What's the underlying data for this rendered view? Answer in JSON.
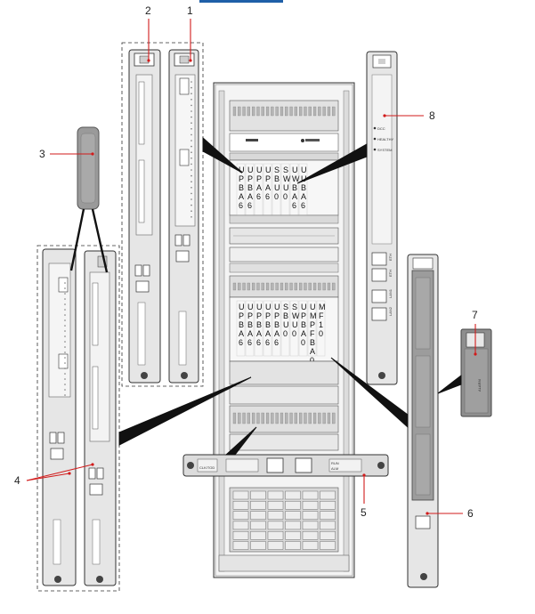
{
  "colors": {
    "callout_line": "#d11b1b",
    "top_link_bar": "#1f5fa8",
    "outline": "#333333",
    "metal": "#e9e9e9",
    "dark_card": "#9a9a9a"
  },
  "callouts": [
    {
      "id": "1",
      "label": "1"
    },
    {
      "id": "2",
      "label": "2"
    },
    {
      "id": "3",
      "label": "3"
    },
    {
      "id": "4",
      "label": "4"
    },
    {
      "id": "5",
      "label": "5"
    },
    {
      "id": "6",
      "label": "6"
    },
    {
      "id": "7",
      "label": "7"
    },
    {
      "id": "8",
      "label": "8"
    }
  ],
  "upper_shelf_columns": [
    [
      "U",
      "P",
      "B",
      "A",
      "6"
    ],
    [
      "U",
      "P",
      "B",
      "A",
      "6"
    ],
    [
      "U",
      "P",
      "A",
      "6"
    ],
    [
      "U",
      "P",
      "A",
      "6"
    ],
    [
      "S",
      "B",
      "U",
      "0"
    ],
    [
      "S",
      "W",
      "U",
      "0"
    ],
    [
      "U",
      "W",
      "B",
      "A",
      "6"
    ],
    [
      "U",
      "U",
      "B",
      "A",
      "6"
    ]
  ],
  "lower_shelf_columns": [
    [
      "U",
      "P",
      "B",
      "A",
      "6"
    ],
    [
      "U",
      "P",
      "B",
      "A",
      "6"
    ],
    [
      "U",
      "P",
      "B",
      "A",
      "6"
    ],
    [
      "U",
      "P",
      "B",
      "A",
      "6"
    ],
    [
      "U",
      "P",
      "B",
      "A",
      "6"
    ],
    [
      "S",
      "B",
      "U",
      "0"
    ],
    [
      "S",
      "W",
      "U",
      "0"
    ],
    [
      "U",
      "P",
      "B",
      "A",
      "0"
    ],
    [
      "U",
      "M",
      "P",
      "F",
      "B",
      "A",
      "0"
    ],
    [
      "M",
      "F",
      "1",
      "0"
    ]
  ],
  "card8_labels": [
    "DCC",
    "HEALTHY",
    "SYSTEM"
  ],
  "card8_ports": [
    "ETH",
    "ETH",
    "LAN1",
    "LAN2"
  ],
  "card7_label": "ALARM",
  "tray5_labels": [
    "CLK/TOD",
    "RUN",
    "ALM"
  ]
}
